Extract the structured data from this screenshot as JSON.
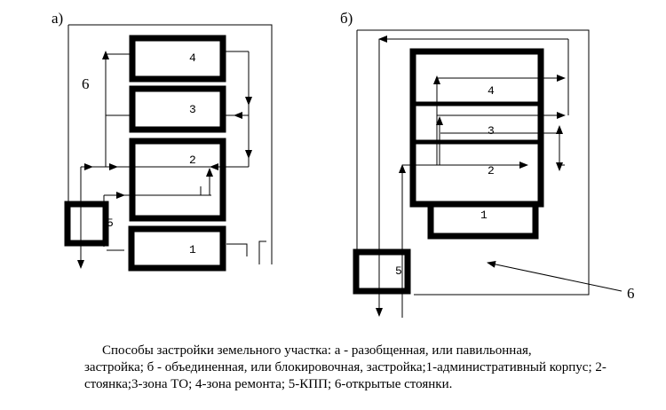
{
  "diagram": {
    "panel_a": {
      "label": "а)",
      "zone_label": "6",
      "buildings": [
        "4",
        "3",
        "2",
        "5",
        "1"
      ]
    },
    "panel_b": {
      "label": "б)",
      "zone_label": "6",
      "buildings": [
        "4",
        "3",
        "2",
        "1",
        "5"
      ]
    }
  },
  "caption": {
    "line1": "Способы застройки земельного участка: а - разобщенная, или павильонная,",
    "line2": "застройка; б - объединенная, или блокировочная, застройка;1-административный корпус; 2-",
    "line3": "стоянка;3-зона ТО; 4-зона ремонта; 5-КПП; 6-открытые стоянки."
  }
}
